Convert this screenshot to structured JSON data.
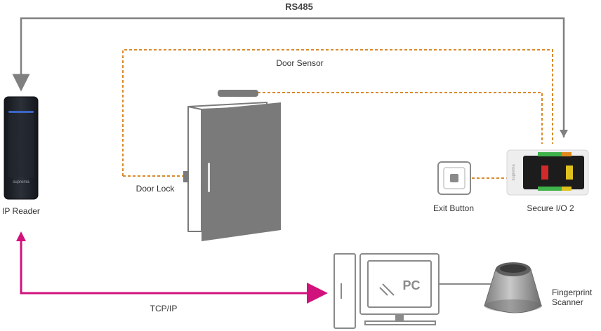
{
  "labels": {
    "rs485": "RS485",
    "door_sensor": "Door Sensor",
    "door_lock": "Door Lock",
    "ip_reader": "IP Reader",
    "reader_brand": "suprema",
    "exit_button": "Exit Button",
    "secure_io": "Secure I/O 2",
    "io_brand": "suprema",
    "tcpip": "TCP/IP",
    "pc": "PC",
    "fingerprint_line1": "Fingerprint",
    "fingerprint_line2": "Scanner"
  },
  "colors": {
    "rs485_line": "#808080",
    "door_wire": "#d98a2b",
    "tcpip_line": "#d2127c",
    "device_gray": "#7a7a7a",
    "reader_body": "#1f232b",
    "reader_accent": "#3a66c8",
    "pc_outline": "#8a8a8a"
  }
}
